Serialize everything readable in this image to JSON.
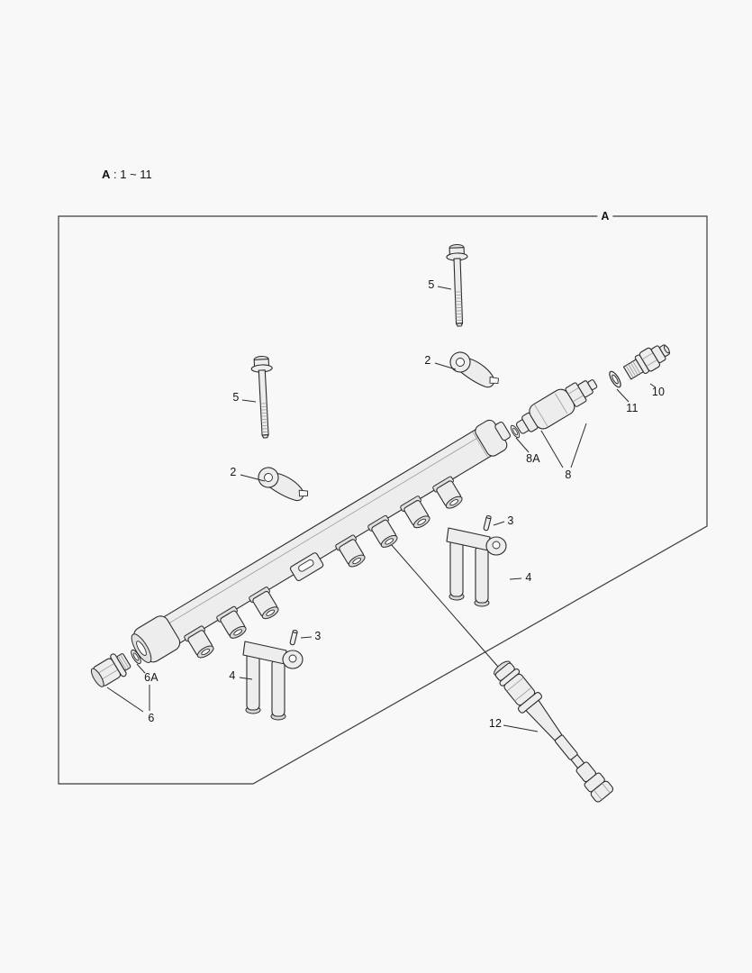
{
  "diagram": {
    "title": {
      "bold": "A",
      "rest": " : 1 ~ 11"
    },
    "frame_label": "A"
  },
  "callouts": {
    "five_left": "5",
    "five_right": "5",
    "two_left": "2",
    "two_right": "2",
    "three_left": "3",
    "three_right": "3",
    "four_left": "4",
    "four_right": "4",
    "six_a": "6A",
    "six": "6",
    "eight_a": "8A",
    "eight": "8",
    "ten": "10",
    "eleven": "11",
    "twelve": "12"
  },
  "colors": {
    "background": "#f7f7f7",
    "line": "#2b2b2b",
    "part_fill": "#ededed"
  }
}
